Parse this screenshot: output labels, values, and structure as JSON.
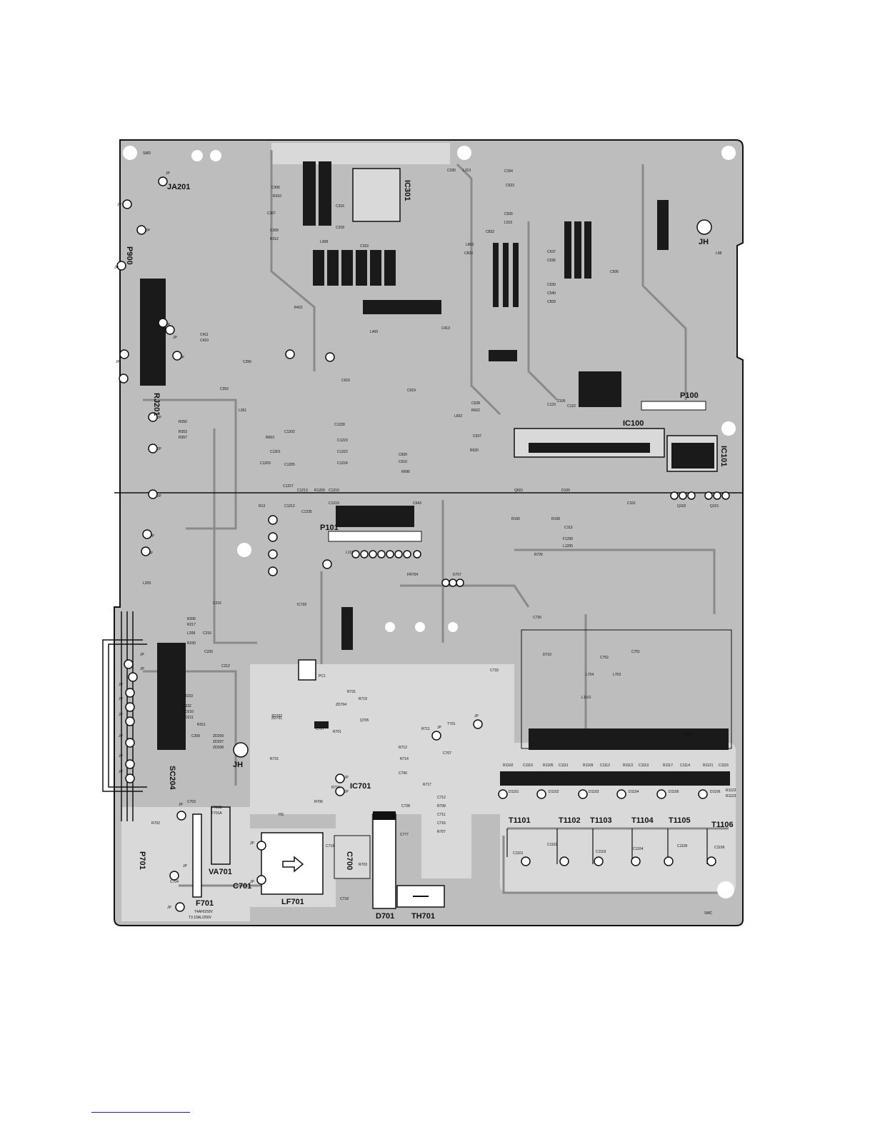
{
  "board": {
    "fill_color": "#bdbdbd",
    "copper_color": "#d9d9d9",
    "outline_color": "#111111",
    "labels_large": [
      {
        "id": "ja201",
        "text": "JA201"
      },
      {
        "id": "p900",
        "text": "P900"
      },
      {
        "id": "rj201",
        "text": "RJ201"
      },
      {
        "id": "ic301",
        "text": "IC301"
      },
      {
        "id": "jh-top",
        "text": "JH"
      },
      {
        "id": "p100",
        "text": "P100"
      },
      {
        "id": "ic100",
        "text": "IC100"
      },
      {
        "id": "ic101",
        "text": "IC101"
      },
      {
        "id": "p101",
        "text": "P101"
      },
      {
        "id": "sc204",
        "text": "SC204"
      },
      {
        "id": "jh-bottom",
        "text": "JH"
      },
      {
        "id": "ic701",
        "text": "IC701"
      },
      {
        "id": "p701",
        "text": "P701"
      },
      {
        "id": "va701",
        "text": "VA701"
      },
      {
        "id": "c701",
        "text": "C701"
      },
      {
        "id": "lf701",
        "text": "LF701"
      },
      {
        "id": "f701",
        "text": "F701"
      },
      {
        "id": "c700",
        "text": "C700"
      },
      {
        "id": "d701",
        "text": "D701"
      },
      {
        "id": "th701",
        "text": "TH701"
      },
      {
        "id": "t1101",
        "text": "T1101"
      },
      {
        "id": "t1102",
        "text": "T1102"
      },
      {
        "id": "t1103",
        "text": "T1103"
      },
      {
        "id": "t1104",
        "text": "T1104"
      },
      {
        "id": "t1105",
        "text": "T1105"
      },
      {
        "id": "t1106",
        "text": "T1106"
      }
    ],
    "labels_small": [
      {
        "id": "smd-top",
        "text": "SMD"
      },
      {
        "id": "smc-bottom",
        "text": "SMC"
      },
      {
        "id": "jp-1",
        "text": "JP"
      },
      {
        "id": "jp-2",
        "text": "JP"
      },
      {
        "id": "jp-3",
        "text": "JP"
      },
      {
        "id": "jp-4",
        "text": "JP"
      },
      {
        "id": "jp-5",
        "text": "JP"
      },
      {
        "id": "jp-6",
        "text": "JP"
      },
      {
        "id": "jp-7",
        "text": "JP"
      },
      {
        "id": "jp-8",
        "text": "JP"
      },
      {
        "id": "jp-9",
        "text": "JP"
      },
      {
        "id": "jp-10",
        "text": "JP"
      },
      {
        "id": "jp-11",
        "text": "JP"
      },
      {
        "id": "jp-12",
        "text": "JP"
      },
      {
        "id": "jp-13",
        "text": "JP"
      },
      {
        "id": "jp-14",
        "text": "JP"
      },
      {
        "id": "jp-15",
        "text": "JP"
      },
      {
        "id": "jp-16",
        "text": "JP"
      },
      {
        "id": "jp-17",
        "text": "JP"
      },
      {
        "id": "jp-18",
        "text": "JP"
      },
      {
        "id": "jp-19",
        "text": "JP"
      },
      {
        "id": "jp-20",
        "text": "JP"
      },
      {
        "id": "jp-21",
        "text": "JP"
      },
      {
        "id": "jp-22",
        "text": "JP"
      },
      {
        "id": "jp-23",
        "text": "JP"
      },
      {
        "id": "jp-24",
        "text": "JP"
      },
      {
        "id": "jp-25",
        "text": "JP"
      },
      {
        "id": "jp-26",
        "text": "JP"
      },
      {
        "id": "jp-27",
        "text": "JP"
      },
      {
        "id": "jp-28",
        "text": "JP"
      },
      {
        "id": "jp-29",
        "text": "JP"
      },
      {
        "id": "jp-30",
        "text": "JP"
      },
      {
        "id": "c330",
        "text": "C330"
      },
      {
        "id": "l313",
        "text": "L313"
      },
      {
        "id": "c154",
        "text": "C154"
      },
      {
        "id": "c523",
        "text": "C523"
      },
      {
        "id": "c526",
        "text": "C526"
      },
      {
        "id": "l515",
        "text": "L515"
      },
      {
        "id": "l98",
        "text": "L98"
      },
      {
        "id": "c306",
        "text": "C306"
      },
      {
        "id": "r310",
        "text": "R310"
      },
      {
        "id": "c307",
        "text": "C307"
      },
      {
        "id": "c309",
        "text": "C309"
      },
      {
        "id": "r312",
        "text": "R312"
      },
      {
        "id": "c316",
        "text": "C316"
      },
      {
        "id": "c318",
        "text": "C318"
      },
      {
        "id": "l308",
        "text": "L308"
      },
      {
        "id": "c319",
        "text": "C319"
      },
      {
        "id": "l803",
        "text": "L803"
      },
      {
        "id": "c833",
        "text": "C833"
      },
      {
        "id": "c832",
        "text": "C832"
      },
      {
        "id": "c537",
        "text": "C537"
      },
      {
        "id": "c536",
        "text": "C536"
      },
      {
        "id": "c506",
        "text": "C506"
      },
      {
        "id": "c539",
        "text": "C539"
      },
      {
        "id": "c540",
        "text": "C540"
      },
      {
        "id": "c509",
        "text": "C509"
      },
      {
        "id": "r421",
        "text": "R421"
      },
      {
        "id": "c411",
        "text": "C411"
      },
      {
        "id": "c410",
        "text": "C410"
      },
      {
        "id": "c413",
        "text": "C413"
      },
      {
        "id": "l400",
        "text": "L400"
      },
      {
        "id": "c356",
        "text": "C356"
      },
      {
        "id": "c616",
        "text": "C616"
      },
      {
        "id": "c619",
        "text": "C619"
      },
      {
        "id": "c628",
        "text": "C628"
      },
      {
        "id": "r622",
        "text": "R622"
      },
      {
        "id": "l602",
        "text": "L602"
      },
      {
        "id": "c637",
        "text": "C637"
      },
      {
        "id": "c123",
        "text": "C123"
      },
      {
        "id": "z100",
        "text": "Z100"
      },
      {
        "id": "c122",
        "text": "C122"
      },
      {
        "id": "r350",
        "text": "R350"
      },
      {
        "id": "r353",
        "text": "R353"
      },
      {
        "id": "r357",
        "text": "R357"
      },
      {
        "id": "c353",
        "text": "C353"
      },
      {
        "id": "l351",
        "text": "L351"
      },
      {
        "id": "r653",
        "text": "R653"
      },
      {
        "id": "c1202",
        "text": "C1202"
      },
      {
        "id": "c1201",
        "text": "C1201"
      },
      {
        "id": "c1203",
        "text": "C1203"
      },
      {
        "id": "c1205",
        "text": "C1205"
      },
      {
        "id": "c1228",
        "text": "C1228"
      },
      {
        "id": "c1223",
        "text": "C1223"
      },
      {
        "id": "c1222",
        "text": "C1222"
      },
      {
        "id": "c1224",
        "text": "C1224"
      },
      {
        "id": "c609",
        "text": "C609"
      },
      {
        "id": "c610",
        "text": "C610"
      },
      {
        "id": "r696",
        "text": "R696"
      },
      {
        "id": "r620",
        "text": "R620"
      },
      {
        "id": "c1227",
        "text": "C1227"
      },
      {
        "id": "c1213",
        "text": "C1213"
      },
      {
        "id": "r1209",
        "text": "R1209"
      },
      {
        "id": "c1210",
        "text": "C1210"
      },
      {
        "id": "c643",
        "text": "C643"
      },
      {
        "id": "q601",
        "text": "Q601"
      },
      {
        "id": "d100",
        "text": "D100"
      },
      {
        "id": "c101",
        "text": "C101"
      },
      {
        "id": "q102",
        "text": "Q102"
      },
      {
        "id": "q101",
        "text": "Q101"
      },
      {
        "id": "r13",
        "text": "R13"
      },
      {
        "id": "c1212",
        "text": "C1212"
      },
      {
        "id": "c1235",
        "text": "C1235"
      },
      {
        "id": "c1219",
        "text": "C1219"
      },
      {
        "id": "r150",
        "text": "R150"
      },
      {
        "id": "r158",
        "text": "R158"
      },
      {
        "id": "c113",
        "text": "C113"
      },
      {
        "id": "f1200",
        "text": "F1200"
      },
      {
        "id": "l1205",
        "text": "L1205"
      },
      {
        "id": "l119",
        "text": "L119"
      },
      {
        "id": "r726",
        "text": "R726"
      },
      {
        "id": "d707",
        "text": "D707"
      },
      {
        "id": "fr704",
        "text": "FR704"
      },
      {
        "id": "l209",
        "text": "L209"
      },
      {
        "id": "c215",
        "text": "C215"
      },
      {
        "id": "ic702",
        "text": "IC702"
      },
      {
        "id": "c730",
        "text": "C730"
      },
      {
        "id": "r206",
        "text": "R206"
      },
      {
        "id": "r217",
        "text": "R217"
      },
      {
        "id": "l208",
        "text": "L208"
      },
      {
        "id": "r230",
        "text": "R230"
      },
      {
        "id": "c216",
        "text": "C216"
      },
      {
        "id": "c220",
        "text": "C220"
      },
      {
        "id": "c212",
        "text": "C212"
      },
      {
        "id": "pc1",
        "text": "PC1"
      },
      {
        "id": "d710",
        "text": "D710"
      },
      {
        "id": "c752",
        "text": "C752"
      },
      {
        "id": "c751",
        "text": "C751"
      },
      {
        "id": "l704",
        "text": "L704"
      },
      {
        "id": "l703",
        "text": "L703"
      },
      {
        "id": "r731",
        "text": "R731"
      },
      {
        "id": "r719",
        "text": "R719"
      },
      {
        "id": "c733",
        "text": "C733"
      },
      {
        "id": "l1101",
        "text": "L1101"
      },
      {
        "id": "r233",
        "text": "R233"
      },
      {
        "id": "r232",
        "text": "R232"
      },
      {
        "id": "zd210",
        "text": "ZD210"
      },
      {
        "id": "zd211",
        "text": "ZD211"
      },
      {
        "id": "r311",
        "text": "R311"
      },
      {
        "id": "zd704",
        "text": "ZD704"
      },
      {
        "id": "zd702",
        "text": "ZD702"
      },
      {
        "id": "zd701",
        "text": "ZD701"
      },
      {
        "id": "c727",
        "text": "C727"
      },
      {
        "id": "r701",
        "text": "R701"
      },
      {
        "id": "q705",
        "text": "Q705"
      },
      {
        "id": "t701",
        "text": "T701"
      },
      {
        "id": "r711",
        "text": "R711"
      },
      {
        "id": "c707",
        "text": "C707"
      },
      {
        "id": "r712",
        "text": "R712"
      },
      {
        "id": "r714",
        "text": "R714"
      },
      {
        "id": "c706",
        "text": "C706"
      },
      {
        "id": "q1101",
        "text": "Q1101"
      },
      {
        "id": "c209",
        "text": "C209"
      },
      {
        "id": "zd209",
        "text": "ZD209"
      },
      {
        "id": "zd207",
        "text": "ZD207"
      },
      {
        "id": "zd208",
        "text": "ZD208"
      },
      {
        "id": "r715",
        "text": "R715"
      },
      {
        "id": "r717",
        "text": "R717"
      },
      {
        "id": "c712",
        "text": "C712"
      },
      {
        "id": "r708",
        "text": "R708"
      },
      {
        "id": "c711",
        "text": "C711"
      },
      {
        "id": "c716",
        "text": "C716"
      },
      {
        "id": "r707",
        "text": "R707"
      },
      {
        "id": "c728",
        "text": "C728"
      },
      {
        "id": "r716",
        "text": "R716"
      },
      {
        "id": "r706",
        "text": "R706"
      },
      {
        "id": "c701b",
        "text": "C703"
      },
      {
        "id": "r702",
        "text": "R702"
      },
      {
        "id": "f701b",
        "text": "F701B"
      },
      {
        "id": "f701a",
        "text": "F701A"
      },
      {
        "id": "hs",
        "text": "HS"
      },
      {
        "id": "c719",
        "text": "C719"
      },
      {
        "id": "r703",
        "text": "R703"
      },
      {
        "id": "c777",
        "text": "C777"
      },
      {
        "id": "c704",
        "text": "C704"
      },
      {
        "id": "c718",
        "text": "C718"
      },
      {
        "id": "f701-rating-1",
        "text": "T4AH/250V"
      },
      {
        "id": "f701-rating-2",
        "text": "T3.15AL/250V"
      },
      {
        "id": "r1102",
        "text": "R1102"
      },
      {
        "id": "c1110",
        "text": "C1110"
      },
      {
        "id": "r1105",
        "text": "R1105"
      },
      {
        "id": "c1111",
        "text": "C1111"
      },
      {
        "id": "r1109",
        "text": "R1109"
      },
      {
        "id": "c1112",
        "text": "C1112"
      },
      {
        "id": "r1113",
        "text": "R1113"
      },
      {
        "id": "c1113",
        "text": "C1113"
      },
      {
        "id": "r1117",
        "text": "R1117"
      },
      {
        "id": "c1114",
        "text": "C1114"
      },
      {
        "id": "r1121",
        "text": "R1121"
      },
      {
        "id": "c1115",
        "text": "C1115"
      },
      {
        "id": "d1101",
        "text": "D1101"
      },
      {
        "id": "d1102",
        "text": "D1102"
      },
      {
        "id": "d1103",
        "text": "D1103"
      },
      {
        "id": "d1104",
        "text": "D1104"
      },
      {
        "id": "d1105",
        "text": "D1105"
      },
      {
        "id": "d1106",
        "text": "D1106"
      },
      {
        "id": "c1101",
        "text": "C1101"
      },
      {
        "id": "c1102",
        "text": "C1102"
      },
      {
        "id": "c1103",
        "text": "C1103"
      },
      {
        "id": "c1104",
        "text": "C1104"
      },
      {
        "id": "c1105",
        "text": "C1105"
      },
      {
        "id": "c1106",
        "text": "C1106"
      },
      {
        "id": "r1123",
        "text": "R1123"
      },
      {
        "id": "r1122",
        "text": "R1122"
      }
    ]
  }
}
